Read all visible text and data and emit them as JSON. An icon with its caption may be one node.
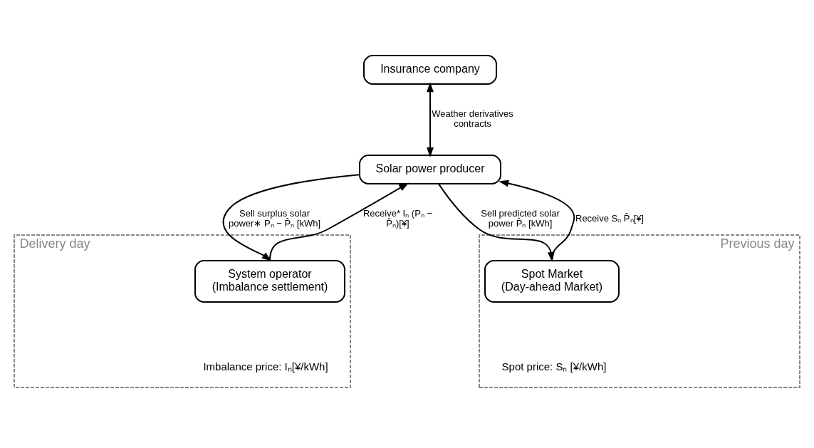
{
  "diagram": {
    "nodes": [
      {
        "text": [
          "Insurance company"
        ]
      },
      {
        "text": [
          "Solar power producer"
        ]
      },
      {
        "text": [
          "Delivery day",
          "Imbalance price: Iₙ[¥/kWh]"
        ]
      },
      {
        "text": [
          "System operator",
          "(Imbalance settlement)"
        ],
        "in": 2
      },
      {
        "text": [
          "Previous day",
          "Spot price: Sₙ [¥/kWh]"
        ]
      },
      {
        "text": [
          "Spot Market",
          "(Day-ahead Market)"
        ],
        "in": 4
      }
    ],
    "edges": [
      {
        "from": 0,
        "to": 1,
        "arrow": "both",
        "label": "Weather derivatives contracts"
      },
      {
        "from": 1,
        "to": 3,
        "arrow": "to",
        "label": "Sell surplus solar power∗ Pₙ − P̂ₙ [kWh]"
      },
      {
        "from": 3,
        "to": 1,
        "arrow": "to",
        "label": "Receive* Iₙ (Pₙ − P̂ₙ)[¥]"
      },
      {
        "from": 5,
        "to": 1,
        "arrow": "to",
        "label": "Receive Sₙ P̂ₙ[¥]"
      },
      {
        "from": 1,
        "to": 5,
        "arrow": "to",
        "label": "Sell predicted solar power P̂ₙ [kWh]"
      }
    ]
  }
}
